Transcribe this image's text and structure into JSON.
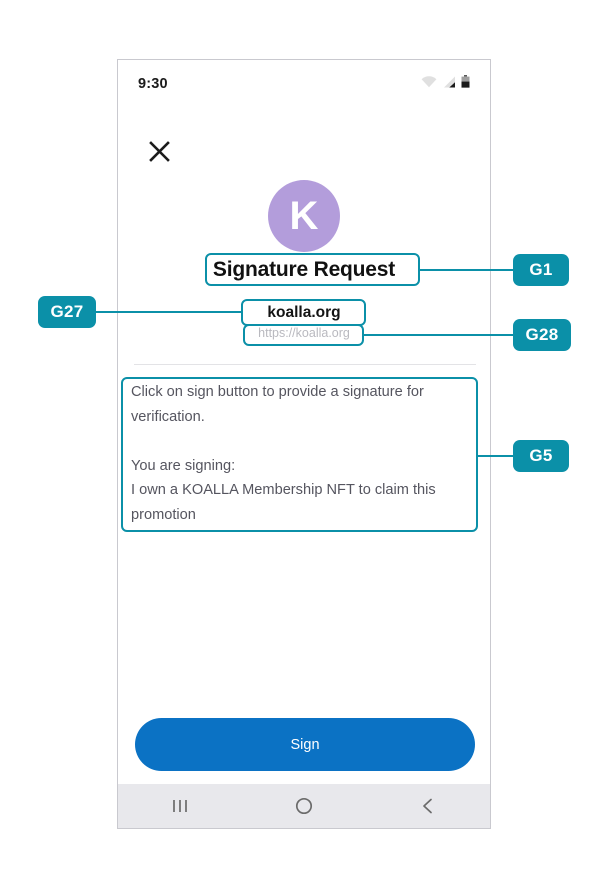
{
  "status_bar": {
    "time": "9:30",
    "icons": [
      "wifi-icon",
      "signal-icon",
      "battery-icon"
    ]
  },
  "header": {
    "close_label": "×",
    "close_icon": "close-icon"
  },
  "avatar": {
    "letter": "K",
    "color": "#b39ddb"
  },
  "title": "Signature Request",
  "site": {
    "name": "koalla.org",
    "url": "https://koalla.org"
  },
  "message": "Click on sign button to provide a signature for verification.\n\nYou are signing:\nI own a KOALLA Membership NFT to claim this promotion",
  "actions": {
    "sign_label": "Sign",
    "sign_color": "#0b72c4"
  },
  "nav_bar": {
    "recents_icon": "recents-icon",
    "home_icon": "home-icon",
    "back_icon": "back-icon"
  },
  "annotations": {
    "accent_color": "#0b90a8",
    "items": [
      {
        "id": "G1",
        "target": "title"
      },
      {
        "id": "G27",
        "target": "site-name"
      },
      {
        "id": "G28",
        "target": "site-url"
      },
      {
        "id": "G5",
        "target": "message-body"
      }
    ]
  }
}
